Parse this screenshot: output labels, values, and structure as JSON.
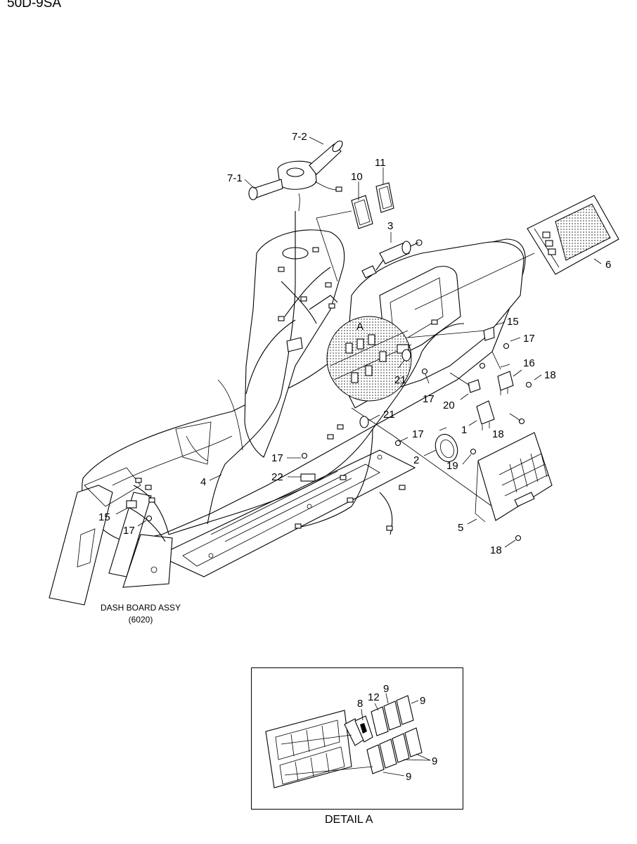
{
  "header": {
    "model": "50D-9SA"
  },
  "callouts": {
    "c7_2": "7-2",
    "c7_1": "7-1",
    "c10": "10",
    "c11": "11",
    "c3": "3",
    "c6": "6",
    "c15a": "15",
    "c17a": "17",
    "c16": "16",
    "c18a": "18",
    "cA": "A",
    "c21a": "21",
    "c17b": "17",
    "c20": "20",
    "c1": "1",
    "c18b": "18",
    "c21b": "21",
    "c17c": "17",
    "c2": "2",
    "c19": "19",
    "c17d": "17",
    "c22": "22",
    "c4": "4",
    "c15b": "15",
    "c17e": "17",
    "c5": "5",
    "c18c": "18"
  },
  "detail_callouts": {
    "d8": "8",
    "d12": "12",
    "d9a": "9",
    "d9b": "9",
    "d9c": "9",
    "d9d": "9"
  },
  "dashboard_caption": {
    "line1": "DASH BOARD ASSY",
    "line2": "(6020)"
  },
  "detail_label": "DETAIL A"
}
